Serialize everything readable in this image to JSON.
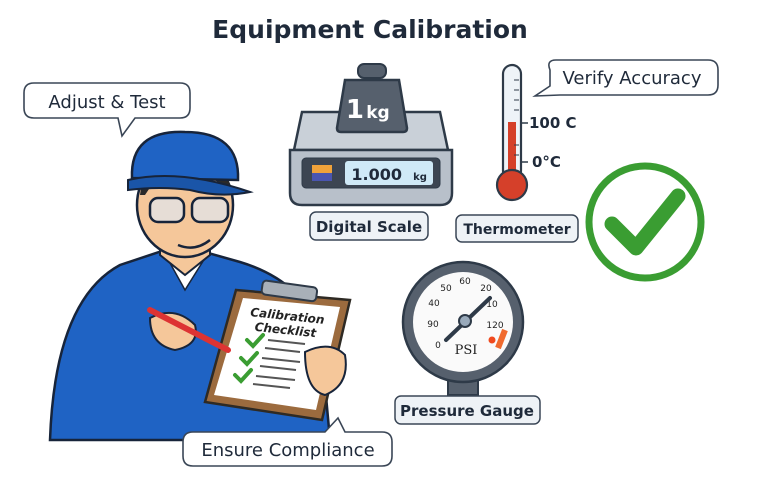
{
  "title": "Equipment Calibration",
  "bubbles": {
    "adjust": "Adjust & Test",
    "verify": "Verify Accuracy",
    "compliance": "Ensure Compliance"
  },
  "scale": {
    "weight": "1",
    "weight_unit": "kg",
    "reading": "1.000",
    "reading_unit": "kg",
    "label": "Digital Scale"
  },
  "thermometer": {
    "high": "100 C",
    "low": "0°C",
    "label": "Thermometer"
  },
  "gauge": {
    "ticks": [
      "0",
      "90",
      "40",
      "50",
      "60",
      "20",
      "10",
      "120"
    ],
    "unit": "PSI",
    "label": "Pressure Gauge"
  },
  "clipboard": {
    "title_line1": "Calibration",
    "title_line2": "Checklist",
    "checked_items": 3
  },
  "colors": {
    "check_green": "#3a9d32",
    "uniform_blue": "#1f63c4",
    "text_dark": "#1f2a3a",
    "mercury_red": "#d5402a"
  },
  "icons": {
    "status": "checkmark-circle-icon"
  }
}
